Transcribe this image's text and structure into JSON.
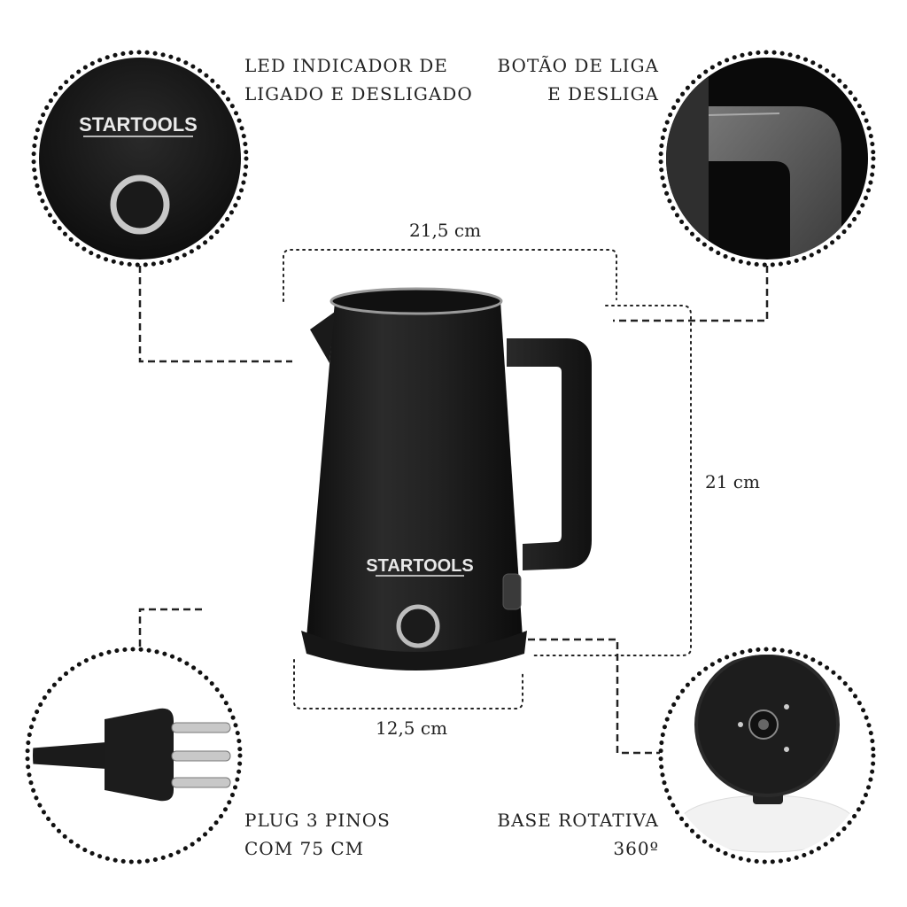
{
  "callouts": {
    "led": {
      "lines": [
        "LED INDICADOR DE",
        "LIGADO E DESLIGADO"
      ]
    },
    "button": {
      "lines": [
        "BOTÃO DE LIGA",
        "E DESLIGA"
      ]
    },
    "plug": {
      "lines": [
        "PLUG 3 PINOS",
        "COM 75 CM"
      ]
    },
    "base": {
      "lines": [
        "BASE ROTATIVA",
        "360º"
      ]
    }
  },
  "dimensions": {
    "width_top": "21,5 cm",
    "height": "21 cm",
    "width_bottom": "12,5 cm"
  },
  "brand": {
    "logo_text": "STARTOOLS"
  }
}
